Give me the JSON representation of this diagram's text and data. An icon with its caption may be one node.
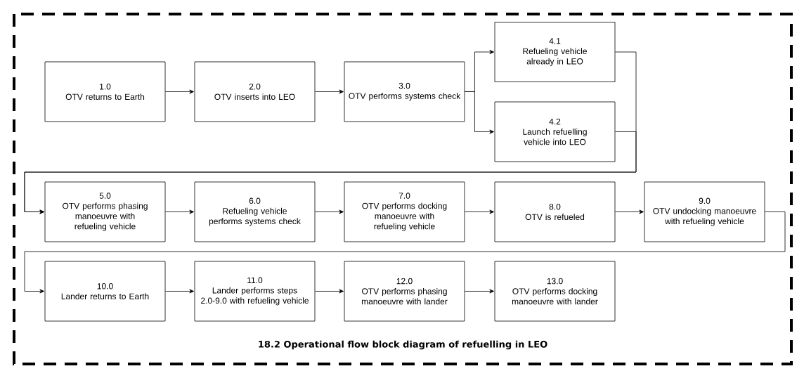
{
  "diagram": {
    "caption": "18.2 Operational flow block diagram of refuelling in LEO",
    "nodes": [
      {
        "text": [
          "1.0",
          "OTV returns to Earth"
        ]
      },
      {
        "text": [
          "2.0",
          "OTV inserts into LEO"
        ]
      },
      {
        "text": [
          "3.0",
          "OTV performs systems check"
        ]
      },
      {
        "text": [
          "4.1",
          "Refueling vehicle already in LEO"
        ]
      },
      {
        "text": [
          "4.2",
          "Launch refuelling vehicle into LEO"
        ]
      },
      {
        "text": [
          "5.0",
          "OTV performs phasing manoeuvre with refueling vehicle"
        ]
      },
      {
        "text": [
          "6.0",
          "Refueling vehicle performs systems check"
        ]
      },
      {
        "text": [
          "7.0",
          "OTV performs docking manoeuvre with refueling vehicle"
        ]
      },
      {
        "text": [
          "8.0",
          "OTV is refueled"
        ]
      },
      {
        "text": [
          "9.0",
          "OTV undocking manoeuvre with refueling vehicle"
        ]
      },
      {
        "text": [
          "10.0",
          "Lander returns to Earth"
        ]
      },
      {
        "text": [
          "11.0",
          "Lander performs steps 2.0-9.0 with refueling vehicle"
        ]
      },
      {
        "text": [
          "12.0",
          "OTV performs phasing manoeuvre with lander"
        ]
      },
      {
        "text": [
          "13.0",
          "OTV performs docking manoeuvre with lander"
        ]
      }
    ],
    "edges": [
      {
        "from": 0,
        "to": 1,
        "arrow": "to"
      },
      {
        "from": 1,
        "to": 2,
        "arrow": "to"
      },
      {
        "from": 2,
        "to": 3,
        "arrow": "to"
      },
      {
        "from": 2,
        "to": 4,
        "arrow": "to"
      },
      {
        "from": 3,
        "to": 5,
        "arrow": "to"
      },
      {
        "from": 4,
        "to": 5,
        "arrow": "to"
      },
      {
        "from": 5,
        "to": 6,
        "arrow": "to"
      },
      {
        "from": 6,
        "to": 7,
        "arrow": "to"
      },
      {
        "from": 7,
        "to": 8,
        "arrow": "to"
      },
      {
        "from": 8,
        "to": 9,
        "arrow": "to"
      },
      {
        "from": 9,
        "to": 10,
        "arrow": "to"
      },
      {
        "from": 10,
        "to": 11,
        "arrow": "to"
      },
      {
        "from": 11,
        "to": 12,
        "arrow": "to"
      },
      {
        "from": 12,
        "to": 13,
        "arrow": "to"
      }
    ]
  }
}
